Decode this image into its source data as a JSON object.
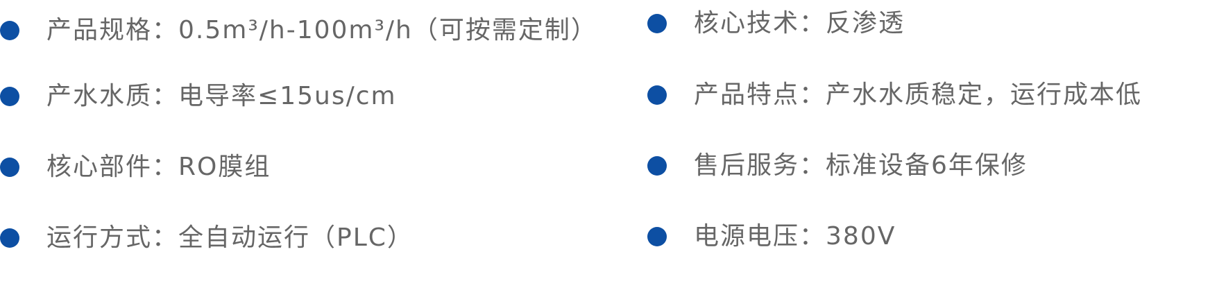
{
  "colors": {
    "bullet": "#0d4fa3",
    "text": "#666666",
    "background": "#ffffff"
  },
  "specs": [
    {
      "label": "产品规格",
      "separator": "：",
      "value": "0.5m³/h-100m³/h（可按需定制）"
    },
    {
      "label": "产水水质",
      "separator": "：",
      "value": "电导率≤15us/cm"
    },
    {
      "label": "核心部件",
      "separator": "：",
      "value": "RO膜组"
    },
    {
      "label": "运行方式",
      "separator": "：",
      "value": "全自动运行（PLC）"
    },
    {
      "label": "核心技术",
      "separator": "：",
      "value": "反渗透"
    },
    {
      "label": "产品特点",
      "separator": "：",
      "value": "产水水质稳定，运行成本低"
    },
    {
      "label": "售后服务",
      "separator": "：",
      "value": "标准设备6年保修"
    },
    {
      "label": "电源电压",
      "separator": "：",
      "value": "380V"
    }
  ]
}
